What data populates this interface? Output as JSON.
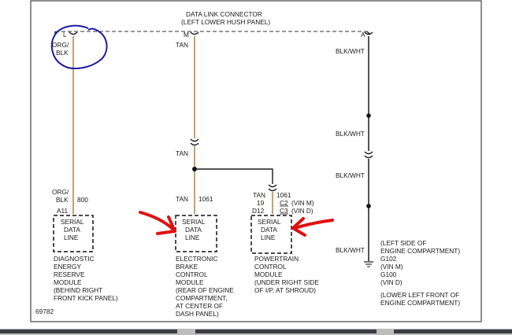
{
  "connector": {
    "title_line1": "DATA LINK CONNECTOR",
    "title_line2": "(LEFT LOWER HUSH PANEL)",
    "pin_l": "L",
    "pin_m": "M",
    "pin_a": "A"
  },
  "wires": {
    "org_blk": "ORG/",
    "blk": "BLK",
    "tan": "TAN",
    "blk_wht": "BLK/WHT",
    "circuit_800": "800",
    "circuit_1061": "1061",
    "num_19": "19"
  },
  "pins": {
    "a11": "A11",
    "d12": "D12",
    "c2": "C2",
    "c3": "C3",
    "vin_m": "(VIN M)",
    "vin_d": "(VIN D)"
  },
  "module_box": {
    "line1": "SERIAL",
    "line2": "DATA",
    "line3": "LINE"
  },
  "modules": {
    "derm": [
      "DIAGNOSTIC",
      "ENERGY",
      "RESERVE",
      "MODULE",
      "(BEHIND RIGHT",
      "FRONT KICK PANEL)"
    ],
    "ebcm": [
      "ELECTRONIC",
      "BRAKE",
      "CONTROL",
      "MODULE",
      "(REAR OF ENGINE",
      "COMPARTMENT,",
      "AT CENTER OF",
      "DASH PANEL)"
    ],
    "pcm": [
      "POWERTRAIN",
      "CONTROL",
      "MODULE",
      "(UNDER RIGHT SIDE",
      "OF I/P, AT SHROUD)"
    ]
  },
  "ground": {
    "lines": [
      "(LEFT SIDE OF",
      "ENGINE COMPARTMENT)",
      "G102",
      "(VIN M)",
      "G100",
      "(VIN D)",
      "",
      "(LOWER LEFT FRONT OF",
      "ENGINE COMPARTMENT)"
    ]
  },
  "figure_id": "69782",
  "colors": {
    "tan_wire": "#c8a070",
    "marker_circle": "#1a1aa0",
    "arrow_red": "#e01010"
  }
}
